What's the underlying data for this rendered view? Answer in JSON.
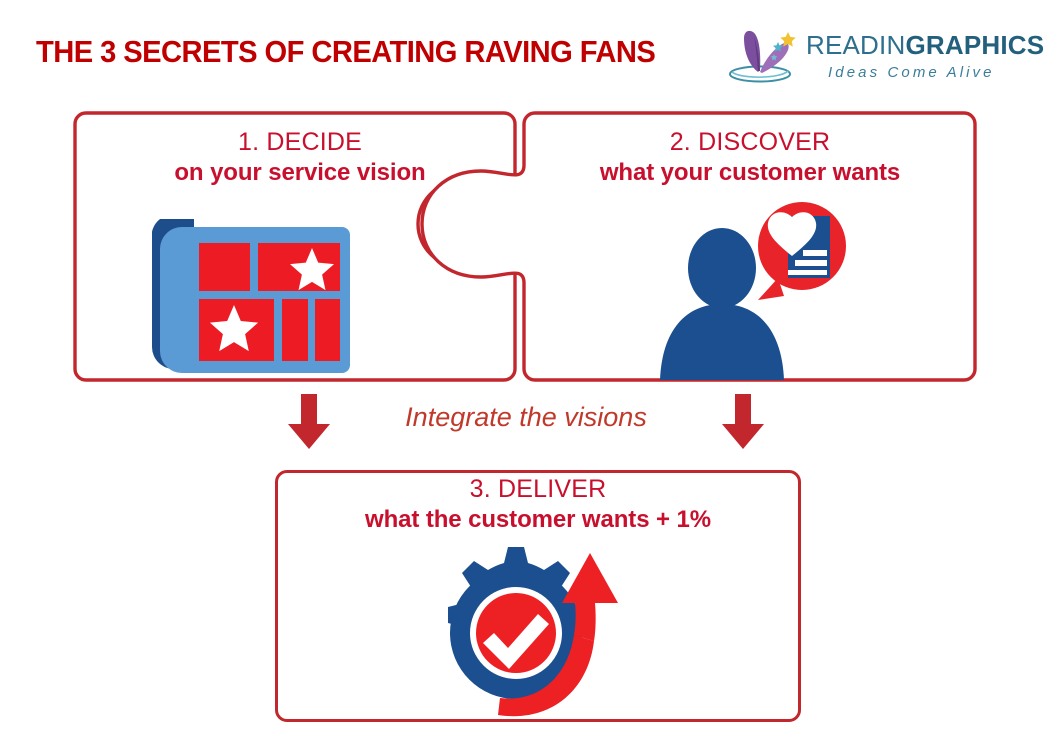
{
  "header": {
    "title": "THE 3 SECRETS OF CREATING RAVING FANS",
    "logo": {
      "word_light": "READIN",
      "word_bold": "GRAPHICS",
      "tagline": "Ideas Come Alive",
      "mark_icon": "open-book-with-stars-icon",
      "colors": {
        "text_teal": "#2E6E8E",
        "text_teal_dark": "#23607E",
        "tagline_teal": "#3A7E9C",
        "book_purple": "#7B4F9D",
        "book_light_purple": "#9E6FB8",
        "swoosh_teal": "#3E8FA6",
        "star_gold": "#F2C230",
        "star_teal": "#4FB3C9"
      }
    }
  },
  "diagram": {
    "type": "puzzle-flow",
    "colors": {
      "outline_red": "#C1272D",
      "title_red": "#C00000",
      "card_text_red": "#C8102E",
      "arrow_red": "#C1272D",
      "label_red": "#C0392B",
      "icon_red": "#ED1C24",
      "icon_blue_dark": "#1B4F8F",
      "icon_blue_light": "#5B9BD5",
      "icon_white": "#FFFFFF"
    },
    "cards": [
      {
        "id": "decide",
        "title": "1. DECIDE",
        "subtitle": "on your service vision",
        "icon": "blueprint-plan-icon"
      },
      {
        "id": "discover",
        "title": "2. DISCOVER",
        "subtitle": "what your customer wants",
        "icon": "customer-speech-bubble-icon"
      },
      {
        "id": "deliver",
        "title": "3. DELIVER",
        "subtitle": "what the customer wants + 1%",
        "icon": "gear-checkmark-growth-arrow-icon"
      }
    ],
    "connector": {
      "label": "Integrate the visions",
      "left_arrow_icon": "down-arrow-icon",
      "right_arrow_icon": "down-arrow-icon"
    }
  }
}
